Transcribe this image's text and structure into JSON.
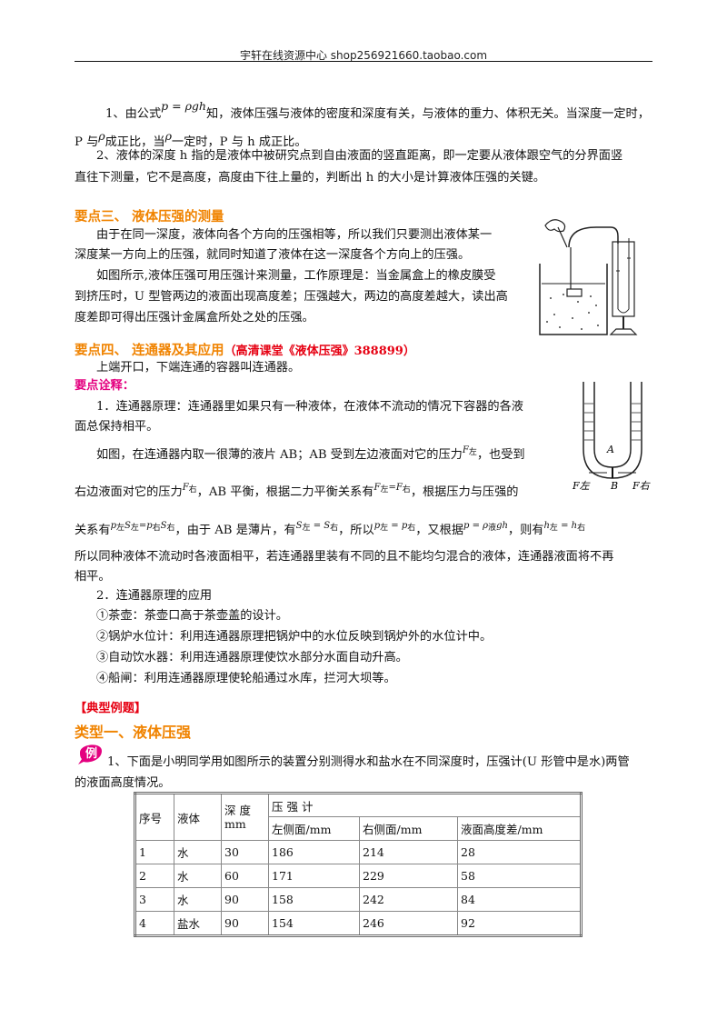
{
  "header": {
    "text": "宇轩在线资源中心   shop256921660.taobao.com"
  },
  "notes": {
    "n1_a": "1、由公式",
    "n1_formula": "p = ρgh",
    "n1_b": "知，液体压强与液体的密度和深度有关，与液体的重力、体积无关。当深度一定时，",
    "n1_c1": "P 与",
    "n1_c2": "成正比，当",
    "n1_c3": "一定时，P 与 h 成正比。",
    "n2_a": "2、液体的深度 h 指的是液体中被研究点到自由液面的竖直距离，即一定要从液体跟空气的分界面竖",
    "n2_b": "直往下测量，它不是高度，高度由下往上量的，判断出 h 的大小是计算液体压强的关键。"
  },
  "section3": {
    "title": "要点三、  液体压强的测量",
    "l1": "由于在同一深度，液体向各个方向的压强相等，所以我们只要测出液体某一",
    "l2": "深度某一方向上的压强，就同时知道了液体在这一深度各个方向上的压强。",
    "l3": "如图所示,液体压强可用压强计来测量，工作原理是：当金属盒上的橡皮膜受",
    "l4": "到挤压时，U 型管两边的液面出现高度差；压强越大，两边的高度差越大，读出高",
    "l5": "度差即可得出压强计金属盒所处之处的压强。"
  },
  "section4": {
    "title": "要点四、  连通器及其应用",
    "title_ref": "（高清课堂《液体压强》388899）",
    "l1": "上端开口，下端连通的容器叫连通器。",
    "explain": "要点诠释：",
    "p1a": "1．连通器原理：连通器里如果只有一种液体，在液体不流动的情况下容器的各液",
    "p1b": "面总保持相平。",
    "p2a": "如图，在连通器内取一很薄的液片 AB；AB 受到左边液面对它的压力",
    "p2b": "，也受到",
    "p3a": "右边液面对它的压力",
    "p3b": "，AB 平衡，根据二力平衡关系有",
    "p3c": "，根据压力与压强的",
    "p4a": "关系有",
    "p4b": "，由于 AB 是薄片，有",
    "p4c": "，所以",
    "p4d": "，又根据",
    "p4e": "，则有",
    "p5a": "所以同种液体不流动时各液面相平，若连通器里装有不同的且不能均匀混合的液体，连通器液面将不再",
    "p5b": "相平。",
    "apps_title": "2．连通器原理的应用",
    "apps": [
      "①茶壶：茶壶口高于茶壶盖的设计。",
      "②锅炉水位计：利用连通器原理把锅炉中的水位反映到锅炉外的水位计中。",
      "③自动饮水器：利用连通器原理使饮水部分水面自动升高。",
      "④船闸：利用连通器原理使轮船通过水库，拦河大坝等。"
    ],
    "figure_labels": {
      "A": "A",
      "B": "B",
      "left": "F左",
      "right": "F右"
    }
  },
  "examples": {
    "heading": "【典型例题】",
    "type1": "类型一、液体压强",
    "badge": "例",
    "q1a": "1、下面是小明同学用如图所示的装置分别测得水和盐水在不同深度时，压强计(U 形管中是水)两管",
    "q1b": "的液面高度情况。"
  },
  "table": {
    "h_no": "序号",
    "h_liquid": "液体",
    "h_depth_a": "深  度",
    "h_depth_b": "mm",
    "h_gauge": "压 强 计",
    "h_left": "左侧面/mm",
    "h_right": "右侧面/mm",
    "h_diff": "液面高度差/mm",
    "rows": [
      {
        "no": "1",
        "liquid": "水",
        "depth": "30",
        "left": "186",
        "right": "214",
        "diff": "28"
      },
      {
        "no": "2",
        "liquid": "水",
        "depth": "60",
        "left": "171",
        "right": "229",
        "diff": "58"
      },
      {
        "no": "3",
        "liquid": "水",
        "depth": "90",
        "left": "158",
        "right": "242",
        "diff": "84"
      },
      {
        "no": "4",
        "liquid": "盐水",
        "depth": "90",
        "left": "154",
        "right": "246",
        "diff": "92"
      }
    ]
  }
}
